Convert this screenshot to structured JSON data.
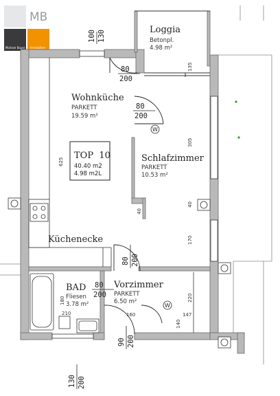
{
  "logo": {
    "letters": "MB",
    "left_caption": "Michael Bauer",
    "right_caption": "Immobilien",
    "colors": {
      "light": "#e6e7e9",
      "dark": "#3a3a3c",
      "orange": "#f39200"
    }
  },
  "rooms": {
    "loggia": {
      "name": "Loggia",
      "floor": "Betonpl.",
      "area": "4.98 m²"
    },
    "wohnkueche": {
      "name": "Wohnküche",
      "floor": "PARKETT",
      "area": "19.59 m²"
    },
    "schlafzimmer": {
      "name": "Schlafzimmer",
      "floor": "PARKETT",
      "area": "10.53 m²"
    },
    "kuechenecke": {
      "name": "Küchenecke"
    },
    "bad": {
      "name": "BAD",
      "floor": "Fliesen",
      "area": "3.78 m²"
    },
    "vorzimmer": {
      "name": "Vorzimmer",
      "floor": "PARKETT",
      "area": "6.50 m²"
    }
  },
  "unit_box": {
    "title": "TOP  10",
    "line1": "40.40 m2",
    "line2": "4.98 m2L"
  },
  "door_dims": {
    "top_window": {
      "w": "100",
      "h": "130"
    },
    "loggia_door": {
      "w": "80",
      "h": "200"
    },
    "bedroom_door": {
      "w": "80",
      "h": "200"
    },
    "hall_door": {
      "w": "80",
      "h": "200"
    },
    "bath_door": {
      "w": "80",
      "h": "200"
    },
    "entry_door": {
      "w": "90",
      "h": "200"
    },
    "bottom_window": {
      "w": "130",
      "h": "200"
    }
  },
  "small_dims": {
    "d135": "135",
    "d305": "305",
    "d625": "625",
    "d40a": "40",
    "d40b": "40",
    "d170": "170",
    "d220": "220",
    "d140": "140",
    "d147": "147",
    "d160": "160",
    "d180": "180",
    "d210": "210"
  },
  "symbols": {
    "vent_letters": "W"
  }
}
